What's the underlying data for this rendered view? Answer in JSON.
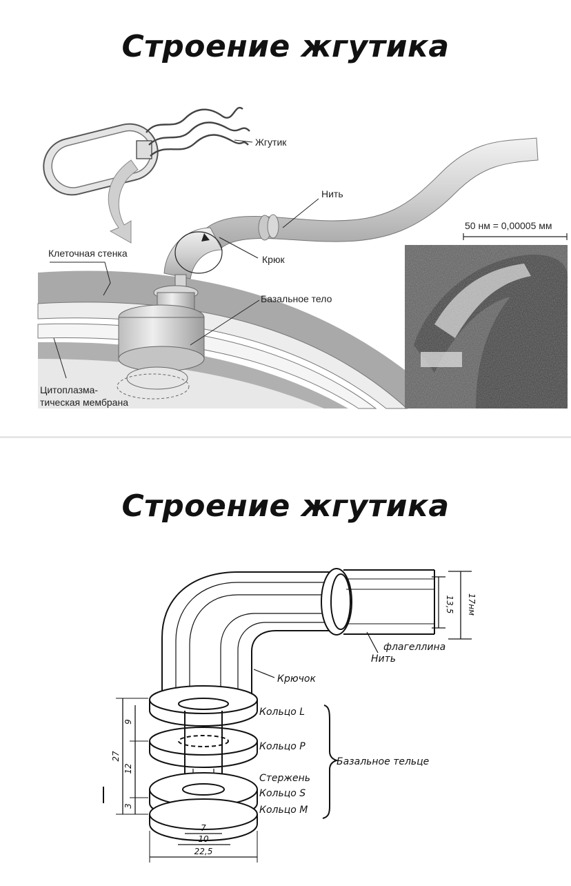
{
  "top": {
    "title": "Строение жгутика",
    "labels": {
      "flagellum": "Жгутик",
      "filament": "Нить",
      "scale": "50 нм = 0,00005 мм",
      "hook": "Крюк",
      "cell_wall": "Клеточная стенка",
      "basal_body": "Базальное тело",
      "membrane_line1": "Цитоплазма-",
      "membrane_line2": "тическая мембрана"
    }
  },
  "bottom": {
    "title": "Строение жгутика",
    "labels": {
      "flagellin": "флагеллина",
      "filament": "Нить",
      "hook": "Крючок",
      "ring_l": "Кольцо L",
      "ring_p": "Кольцо P",
      "basal_body": "Базальное тельце",
      "rod": "Стержень",
      "ring_s": "Кольцо S",
      "ring_m": "Кольцо M"
    },
    "dimensions": {
      "inner_diameter": "13,5",
      "outer_diameter": "17нм",
      "total_height": "27",
      "upper_segment": "9",
      "middle_segment": "12",
      "lower_segment": "3",
      "width_7": "7",
      "width_10": "10",
      "width_22": "22,5"
    }
  },
  "colors": {
    "tube_fill": "#cfcfcf",
    "wall_band": "#9a9a9a",
    "micrograph_dark": "#3a3a3a"
  }
}
